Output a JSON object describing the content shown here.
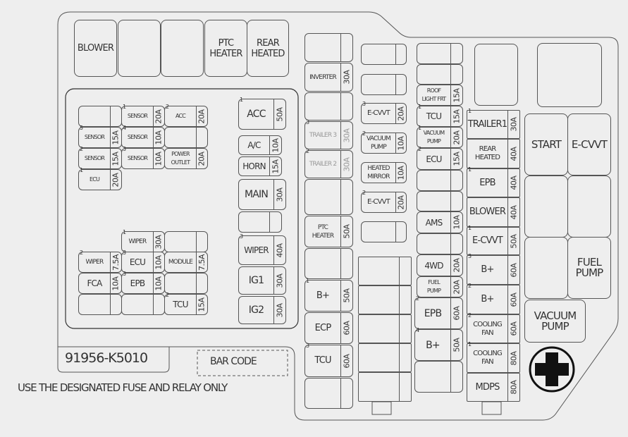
{
  "title": "Engine Compartment Fuse Box Diagram",
  "part_number": "91956-K5010",
  "bar_code_label": "BAR CODE",
  "warning_text": "USE THE DESIGNATED FUSE AND RELAY ONLY",
  "top_relays": [
    "BLOWER",
    "",
    "",
    "PTC\nHEATER",
    "REAR\nHEATED"
  ],
  "left_panel": {
    "upper_grid": [
      {
        "num": "",
        "label": "",
        "amp": ""
      },
      {
        "num": "1",
        "label": "SENSOR",
        "amp": "20A"
      },
      {
        "num": "2",
        "label": "ACC",
        "amp": "20A"
      },
      {
        "num": "5",
        "label": "SENSOR",
        "amp": "15A"
      },
      {
        "num": "4",
        "label": "SENSOR",
        "amp": "10A"
      },
      {
        "num": "",
        "label": "",
        "amp": ""
      },
      {
        "num": "2",
        "label": "SENSOR",
        "amp": "15A"
      },
      {
        "num": "3",
        "label": "SENSOR",
        "amp": "10A"
      },
      {
        "num": "",
        "label": "POWER\nOUTLET",
        "amp": "20A"
      },
      {
        "num": "1",
        "label": "ECU",
        "amp": "20A"
      }
    ],
    "right_column": [
      {
        "num": "1",
        "label": "ACC",
        "amp": "50A"
      },
      {
        "num": "",
        "label": "A/C",
        "amp": "10A"
      },
      {
        "num": "",
        "label": "HORN",
        "amp": "15A"
      },
      {
        "num": "",
        "label": "MAIN",
        "amp": "30A"
      },
      {
        "num": "",
        "label": "",
        "amp": ""
      },
      {
        "num": "3",
        "label": "WIPER",
        "amp": "40A"
      },
      {
        "num": "",
        "label": "IG1",
        "amp": "30A"
      },
      {
        "num": "",
        "label": "IG2",
        "amp": "30A"
      }
    ],
    "lower_grid": [
      {
        "num": "1",
        "label": "WIPER",
        "amp": "30A"
      },
      {
        "num": "",
        "label": "",
        "amp": ""
      },
      {
        "num": "2",
        "label": "WIPER",
        "amp": "7.5A"
      },
      {
        "num": "3",
        "label": "ECU",
        "amp": "10A"
      },
      {
        "num": "",
        "label": "MODULE",
        "amp": "7.5A"
      },
      {
        "num": "",
        "label": "FCA",
        "amp": "10A"
      },
      {
        "num": "3",
        "label": "EPB",
        "amp": "10A"
      },
      {
        "num": "",
        "label": "",
        "amp": ""
      },
      {
        "num": "",
        "label": "",
        "amp": ""
      },
      {
        "num": "",
        "label": "",
        "amp": ""
      },
      {
        "num": "2",
        "label": "TCU",
        "amp": "15A"
      }
    ]
  },
  "column_a": [
    {
      "num": "",
      "label": "",
      "amp": ""
    },
    {
      "num": "",
      "label": "INVERTER",
      "amp": "30A"
    },
    {
      "num": "",
      "label": "",
      "amp": ""
    },
    {
      "num": "3",
      "label": "TRAILER 3",
      "amp": "30A"
    },
    {
      "num": "2",
      "label": "TRAILER 2",
      "amp": "30A"
    },
    {
      "num": "",
      "label": "",
      "amp": ""
    },
    {
      "num": "",
      "label": "PTC\nHEATER",
      "amp": "50A"
    },
    {
      "num": "",
      "label": "",
      "amp": ""
    },
    {
      "num": "1",
      "label": "B+",
      "amp": "50A"
    },
    {
      "num": "",
      "label": "ECP",
      "amp": "60A"
    },
    {
      "num": "3",
      "label": "TCU",
      "amp": "60A"
    },
    {
      "num": "",
      "label": "",
      "amp": ""
    }
  ],
  "column_b": [
    {
      "num": "",
      "label": "",
      "amp": ""
    },
    {
      "num": "",
      "label": "",
      "amp": ""
    },
    {
      "num": "3",
      "label": "E-CVVT",
      "amp": "20A"
    },
    {
      "num": "2",
      "label": "VACUUM\nPUMP",
      "amp": "10A"
    },
    {
      "num": "",
      "label": "HEATED\nMIRROR",
      "amp": "10A"
    },
    {
      "num": "2",
      "label": "E-CVVT",
      "amp": "20A"
    },
    {
      "num": "",
      "label": "",
      "amp": ""
    }
  ],
  "column_c": [
    {
      "num": "",
      "label": "",
      "amp": ""
    },
    {
      "num": "",
      "label": "",
      "amp": ""
    },
    {
      "num": "",
      "label": "ROOF\nLIGHT FRT",
      "amp": "15A"
    },
    {
      "num": "1",
      "label": "TCU",
      "amp": "15A"
    },
    {
      "num": "1",
      "label": "VACUUM\nPUMP",
      "amp": "20A"
    },
    {
      "num": "2",
      "label": "ECU",
      "amp": "15A"
    },
    {
      "num": "",
      "label": "",
      "amp": ""
    },
    {
      "num": "",
      "label": "",
      "amp": ""
    },
    {
      "num": "",
      "label": "AMS",
      "amp": "10A"
    },
    {
      "num": "",
      "label": "",
      "amp": ""
    },
    {
      "num": "",
      "label": "4WD",
      "amp": "20A"
    },
    {
      "num": "",
      "label": "FUEL\nPUMP",
      "amp": "20A"
    },
    {
      "num": "2",
      "label": "EPB",
      "amp": "60A"
    },
    {
      "num": "4",
      "label": "B+",
      "amp": "50A"
    },
    {
      "num": "",
      "label": "",
      "amp": ""
    }
  ],
  "column_d": [
    {
      "num": "1",
      "label": "TRAILER1",
      "amp": "30A"
    },
    {
      "num": "",
      "label": "REAR\nHEATED",
      "amp": "40A"
    },
    {
      "num": "1",
      "label": "EPB",
      "amp": "40A"
    },
    {
      "num": "",
      "label": "BLOWER",
      "amp": "40A"
    },
    {
      "num": "1",
      "label": "E-CVVT",
      "amp": "50A"
    },
    {
      "num": "3",
      "label": "B+",
      "amp": "60A"
    },
    {
      "num": "2",
      "label": "B+",
      "amp": "60A"
    },
    {
      "num": "2",
      "label": "COOLING\nFAN",
      "amp": "60A"
    },
    {
      "num": "1",
      "label": "COOLING\nFAN",
      "amp": "80A"
    },
    {
      "num": "",
      "label": "MDPS",
      "amp": "80A"
    }
  ],
  "right_relays": [
    "START",
    "E-CVVT",
    "",
    "",
    "",
    "FUEL\nPUMP"
  ],
  "vacuum_pump_relay": "VACUUM\nPUMP",
  "icons": {
    "puller": "plus-circle-icon"
  }
}
